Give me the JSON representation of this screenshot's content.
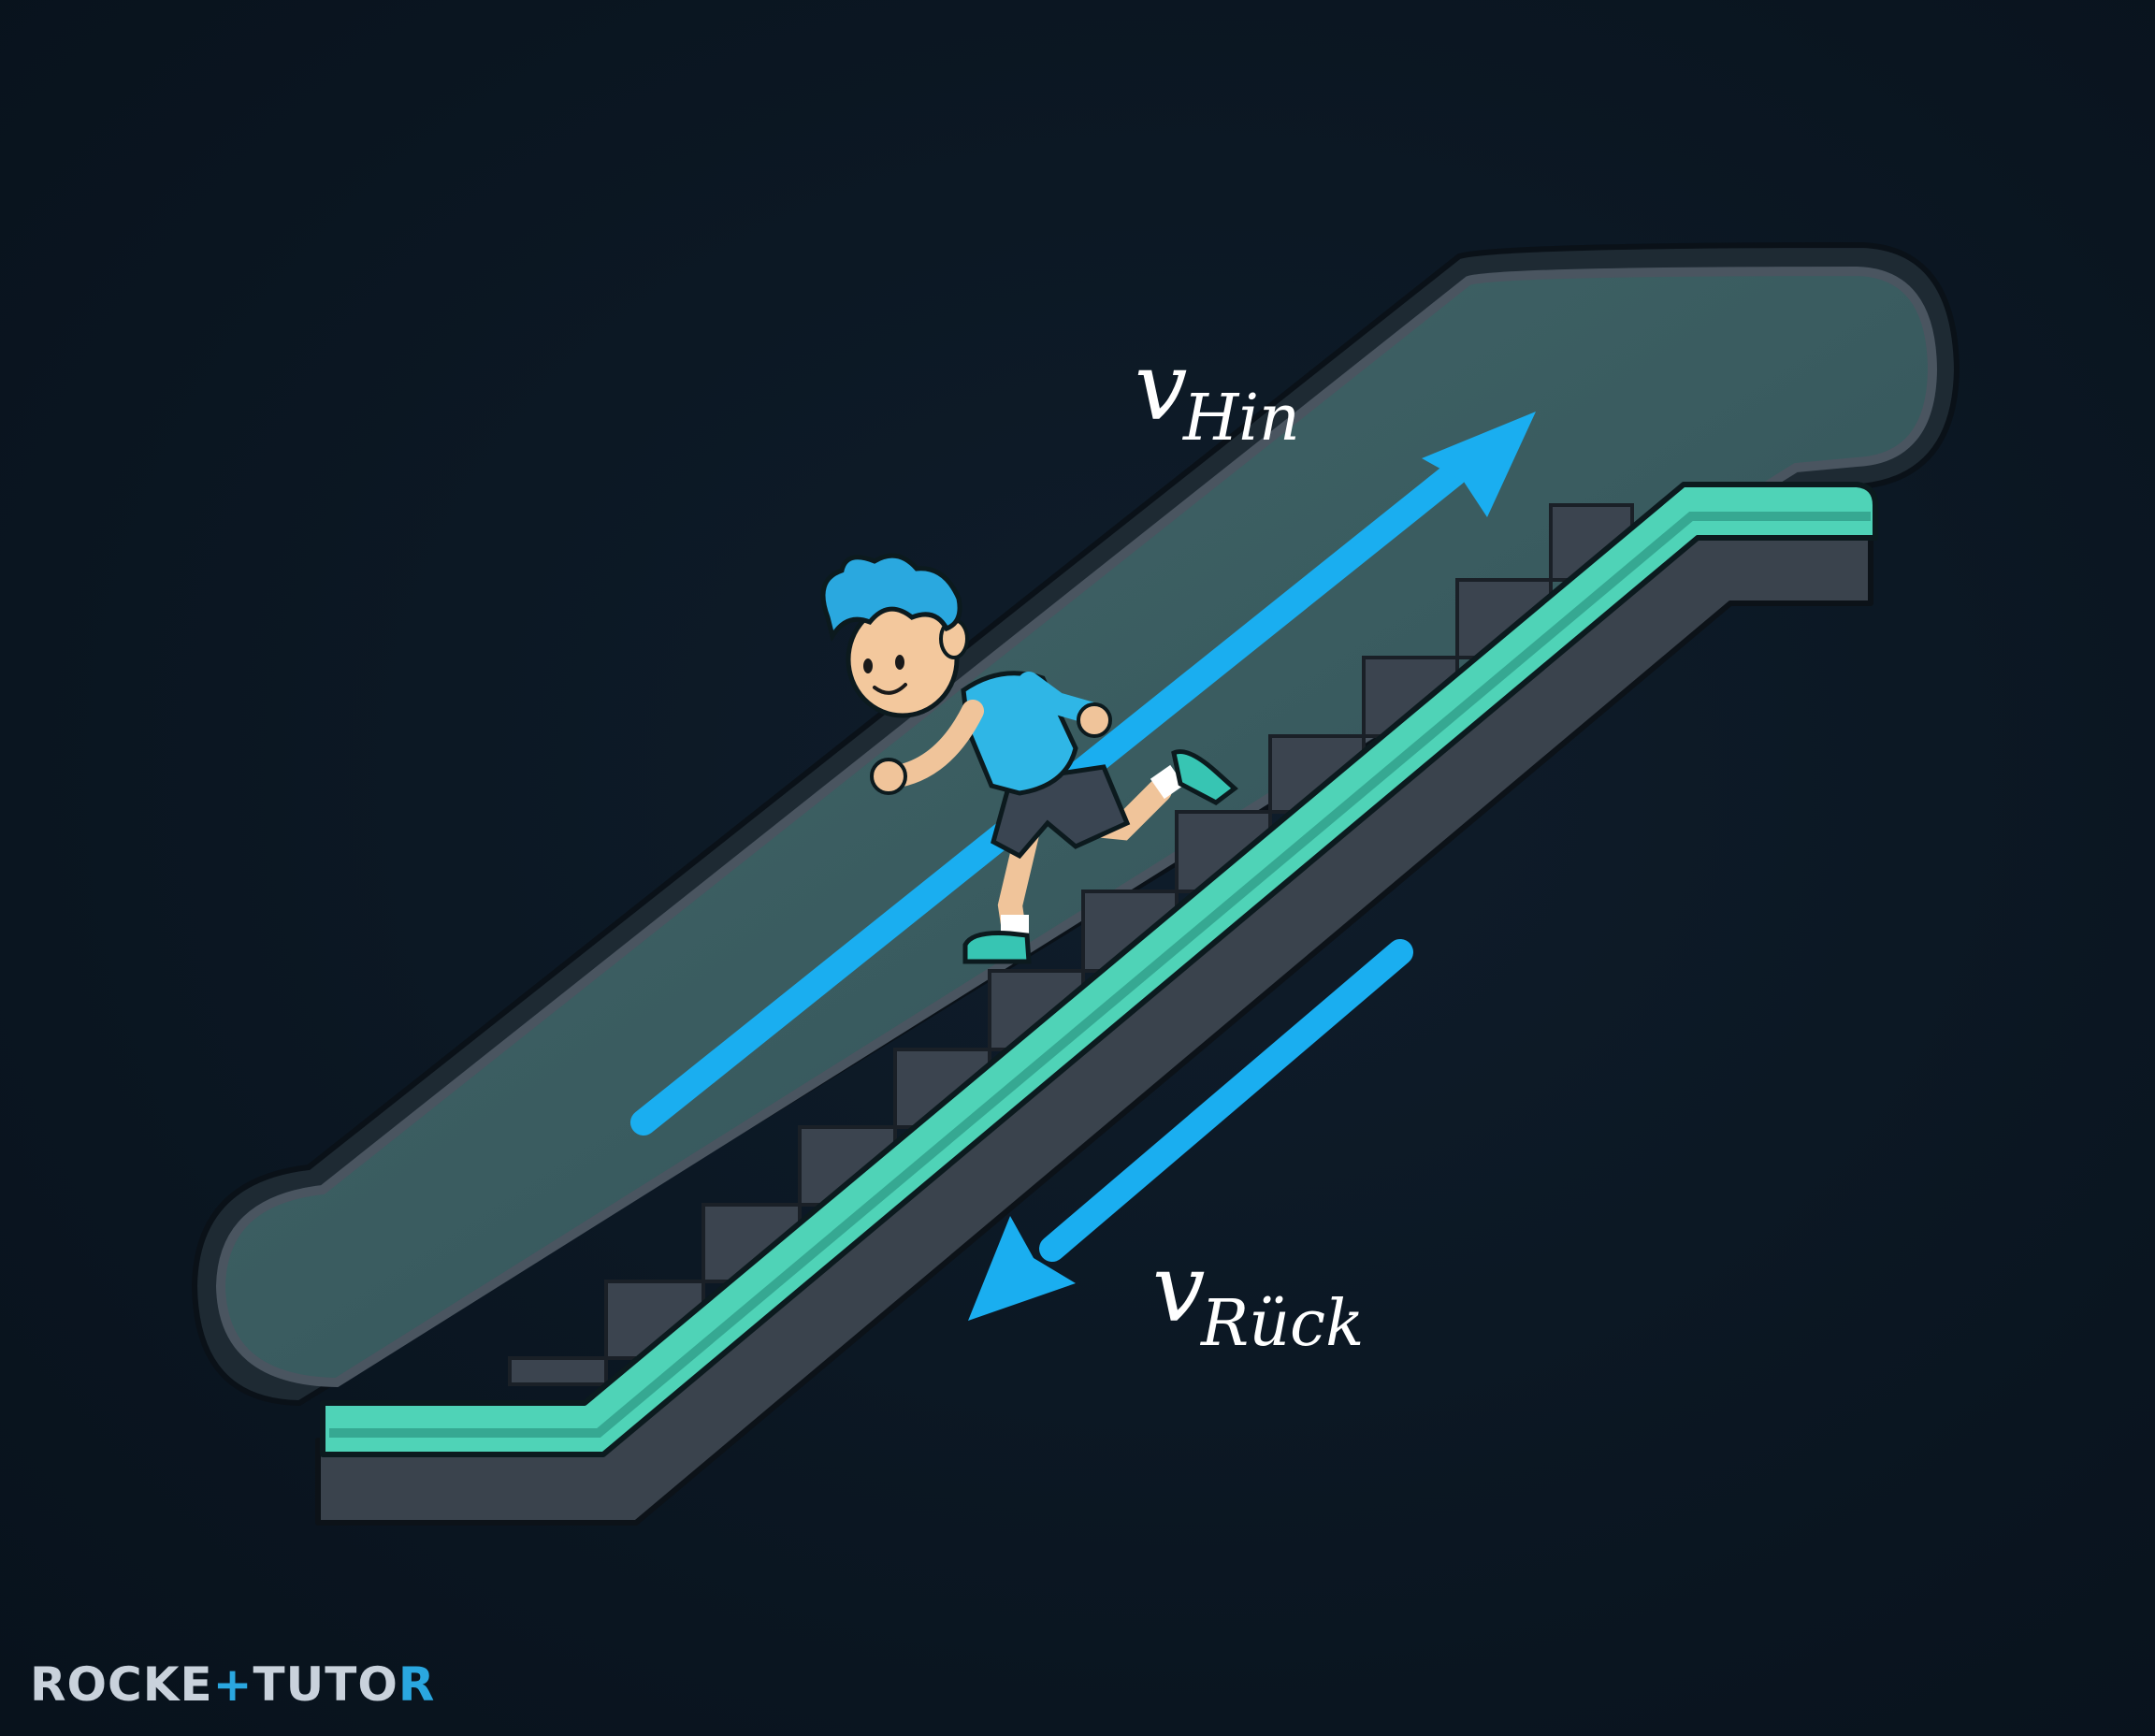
{
  "labels": {
    "v_hin_main": "v",
    "v_hin_sub": "Hin",
    "v_rueck_main": "v",
    "v_rueck_sub": "Rück"
  },
  "logo": {
    "part1": "ROCKE",
    "part2": "TUTO",
    "part3": "R",
    "accent_color": "#2aa7e0"
  },
  "colors": {
    "background": "#0b1622",
    "arrow": "#1aaef0",
    "handrail": "#4fd3b7",
    "body": "#3c5e60",
    "frame": "#4a5560",
    "steps": "#3b444f"
  }
}
